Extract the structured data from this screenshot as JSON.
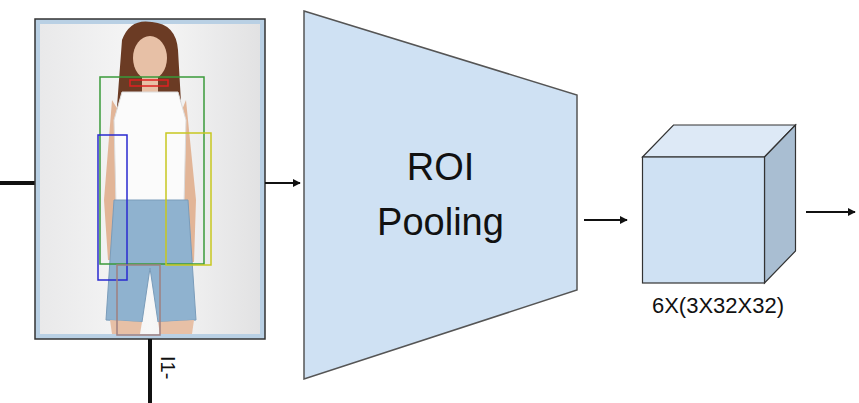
{
  "diagram": {
    "nodes": [
      {
        "text": [
          "ROI Pooling"
        ]
      },
      {
        "text": [
          "6X(3X32X32)"
        ]
      }
    ],
    "edges": [
      {
        "from": 0,
        "to": 1,
        "arrow": "to"
      }
    ],
    "labels": [
      "I1-"
    ]
  }
}
